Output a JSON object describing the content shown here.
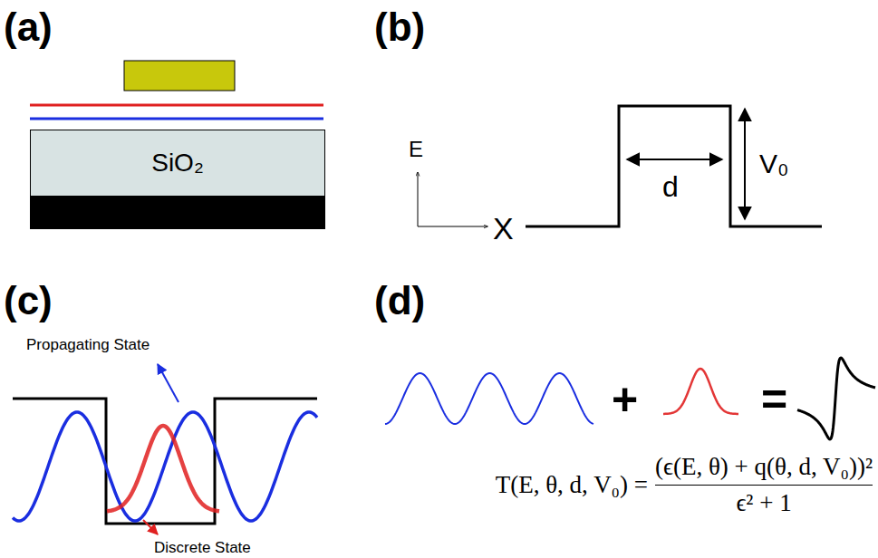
{
  "diagram": {
    "nodes": [
      {
        "text": [
          "SiO₂"
        ]
      }
    ],
    "edges": [],
    "labels": [
      "(a)",
      "(b)",
      "(c)",
      "(d)",
      "E",
      "X",
      "d",
      "V₀",
      "Propagating State",
      "Discrete State",
      "+",
      "=",
      "T(E, θ, d, V₀) =",
      "(ϵ(E, θ) + q(θ, d, V₀))²",
      "ϵ² + 1"
    ]
  }
}
